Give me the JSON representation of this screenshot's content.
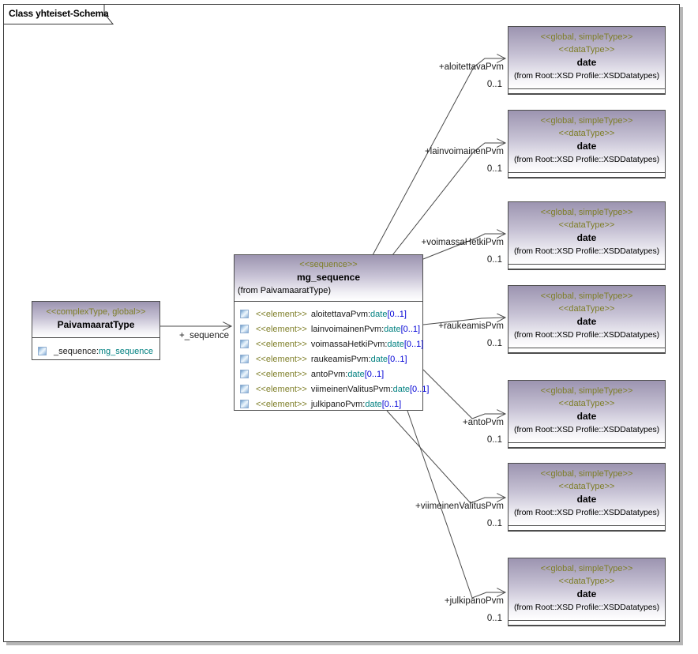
{
  "frame": {
    "title": "Class yhteiset-Schema"
  },
  "paivamaarat": {
    "stereotype": "<<complexType, global>>",
    "name": "PaivamaaratType",
    "attribute": {
      "name": "_sequence:",
      "type": "mg_sequence"
    }
  },
  "mg": {
    "stereotype": "<<sequence>>",
    "name": "mg_sequence",
    "from": "(from PaivamaaratType)",
    "elements": [
      {
        "stereotype": "<<element>>",
        "name": "aloitettavaPvm:",
        "type": "date",
        "mult": "[0..1]"
      },
      {
        "stereotype": "<<element>>",
        "name": "lainvoimainenPvm:",
        "type": "date",
        "mult": "[0..1]"
      },
      {
        "stereotype": "<<element>>",
        "name": "voimassaHetkiPvm:",
        "type": "date",
        "mult": "[0..1]"
      },
      {
        "stereotype": "<<element>>",
        "name": "raukeamisPvm:",
        "type": "date",
        "mult": "[0..1]"
      },
      {
        "stereotype": "<<element>>",
        "name": "antoPvm:",
        "type": "date",
        "mult": "[0..1]"
      },
      {
        "stereotype": "<<element>>",
        "name": "viimeinenValitusPvm:",
        "type": "date",
        "mult": "[0..1]"
      },
      {
        "stereotype": "<<element>>",
        "name": "julkipanoPvm:",
        "type": "date",
        "mult": "[0..1]"
      }
    ]
  },
  "datebox": {
    "stereotype1": "<<global, simpleType>>",
    "stereotype2": "<<dataType>>",
    "name": "date",
    "from": "(from Root::XSD Profile::XSDDatatypes)"
  },
  "connectors": {
    "sequence_label": "+_sequence",
    "roles": [
      {
        "role": "+aloitettavaPvm",
        "mult": "0..1"
      },
      {
        "role": "+lainvoimainenPvm",
        "mult": "0..1"
      },
      {
        "role": "+voimassaHetkiPvm",
        "mult": "0..1"
      },
      {
        "role": "+raukeamisPvm",
        "mult": "0..1"
      },
      {
        "role": "+antoPvm",
        "mult": "0..1"
      },
      {
        "role": "+viimeinenValitusPvm",
        "mult": "0..1"
      },
      {
        "role": "+julkipanoPvm",
        "mult": "0..1"
      }
    ]
  },
  "colors": {
    "stereotype": "#7e7e27",
    "type_name": "#008080",
    "multiplicity": "#0000d6",
    "header_gradient_top": "#9c94b0",
    "border": "#4d4d4d"
  }
}
